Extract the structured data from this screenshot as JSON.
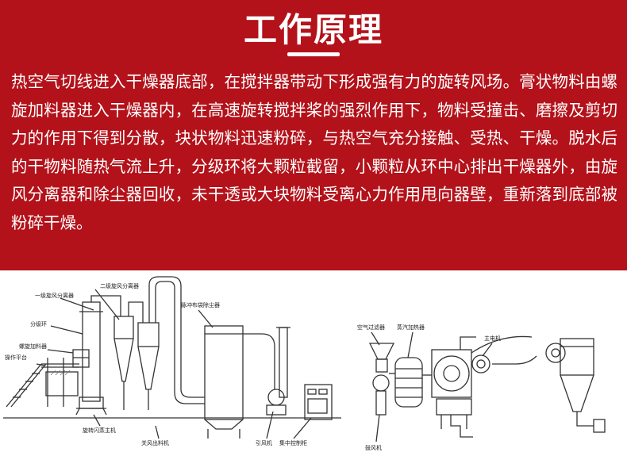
{
  "title": "工作原理",
  "paragraph": "热空气切线进入干燥器底部，在搅拌器带动下形成强有力的旋转风场。膏状物料由螺旋加料器进入干燥器内，在高速旋转搅拌桨的强烈作用下，物料受撞击、磨擦及剪切力的作用下得到分散，块状物料迅速粉碎，与热空气充分接触、受热、干燥。脱水后的干物料随热气流上升，分级环将大颗粒截留，小颗粒从环中心排出干燥器外，由旋风分离器和除尘器回收，未干透或大块物料受离心力作用甩向器壁，重新落到底部被粉碎干燥。",
  "diagram_left": {
    "labels": {
      "secondary_cyclone": "二级旋风分离器",
      "primary_cyclone": "一级旋风分离器",
      "classifier_ring": "分级环",
      "screw_feeder": "螺旋加料器",
      "platform": "操作平台",
      "pulse_bag_filter": "脉冲布袋除尘器",
      "flash_drum_host": "旋转闪蒸主机",
      "air_lock_discharger": "关风出料机",
      "induced_fan": "引风机",
      "control_cabinet": "集中控制柜"
    }
  },
  "diagram_right": {
    "labels": {
      "air_filter": "空气过滤器",
      "steam_heater": "蒸汽加热器",
      "main_motor": "主电机",
      "blower": "鼓风机"
    }
  },
  "colors": {
    "background": "#b3121a",
    "text": "#ffffff",
    "diagram_background": "#ffffff",
    "line": "#333333"
  }
}
